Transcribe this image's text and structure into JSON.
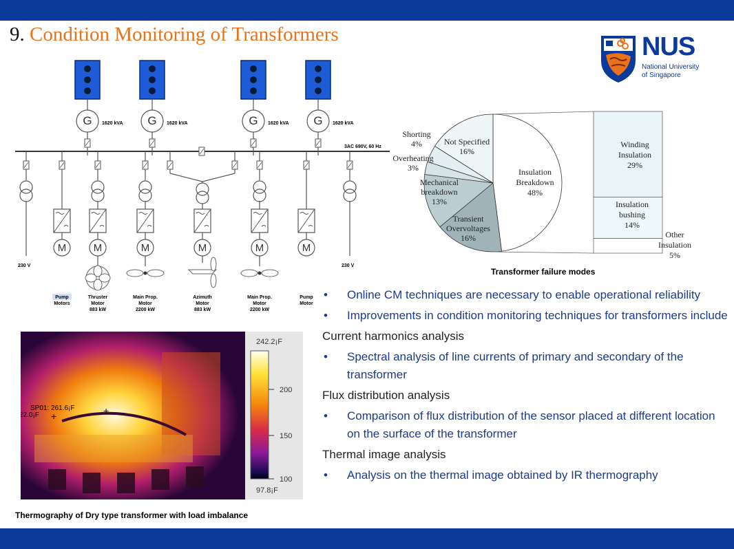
{
  "slide": {
    "number": "9.",
    "title": "Condition Monitoring of Transformers"
  },
  "logo": {
    "name": "NUS",
    "subtitle_line1": "National University",
    "subtitle_line2": "of Singapore"
  },
  "diagram": {
    "generator_rating": "1620 kVA",
    "bus_label": "3AC 690V, 60 Hz",
    "left_voltage": "230 V",
    "right_voltage": "230 V",
    "loads": [
      {
        "line1": "Pump",
        "line2": "Motors",
        "line3": ""
      },
      {
        "line1": "Thruster",
        "line2": "Motor",
        "line3": "883 kW"
      },
      {
        "line1": "Main Prop.",
        "line2": "Motor",
        "line3": "2200 kW"
      },
      {
        "line1": "Azimuth",
        "line2": "Motor",
        "line3": "883 kW"
      },
      {
        "line1": "Main Prop.",
        "line2": "Motor",
        "line3": "2200 kW"
      },
      {
        "line1": "Pump",
        "line2": "Motor",
        "line3": ""
      }
    ]
  },
  "chart_data": {
    "type": "pie",
    "title": "",
    "caption": "Transformer failure modes",
    "slices": [
      {
        "label": "Insulation Breakdown",
        "value": 48
      },
      {
        "label": "Transient Overvoltages",
        "value": 16
      },
      {
        "label": "Mechanical breakdown",
        "value": 13
      },
      {
        "label": "Overheating",
        "value": 3
      },
      {
        "label": "Shorting",
        "value": 4
      },
      {
        "label": "Not Specified",
        "value": 16
      }
    ],
    "breakdown_of": "Insulation Breakdown",
    "breakdown": [
      {
        "label": "Winding Insulation",
        "value": 29
      },
      {
        "label": "Insulation bushing",
        "value": 14
      },
      {
        "label": "Other Insulation",
        "value": 5
      }
    ]
  },
  "thermography": {
    "caption": "Thermography of Dry type transformer with load imbalance",
    "scale_max": "242.2¡F",
    "scale_min": "97.8¡F",
    "ticks": [
      "200",
      "150",
      "100"
    ],
    "spot_label": "SP01: 261.6¡F",
    "left_label": "22.0¡F"
  },
  "content": {
    "b1": "Online CM techniques are necessary to enable operational reliability",
    "b2": "Improvements in condition monitoring techniques for transformers include",
    "h1": "Current harmonics analysis",
    "b3": "Spectral analysis of line currents of primary and secondary of the transformer",
    "h2": "Flux distribution analysis",
    "b4": "Comparison of flux distribution of the sensor placed at different location on the surface of the transformer",
    "h3": "Thermal image analysis",
    "b5": "Analysis on the thermal image obtained by IR thermography",
    "bullet_char": "•"
  },
  "colors": {
    "bar": "#0b3a9a",
    "title_accent": "#e8731c",
    "bullet_text": "#1a3b8f"
  }
}
